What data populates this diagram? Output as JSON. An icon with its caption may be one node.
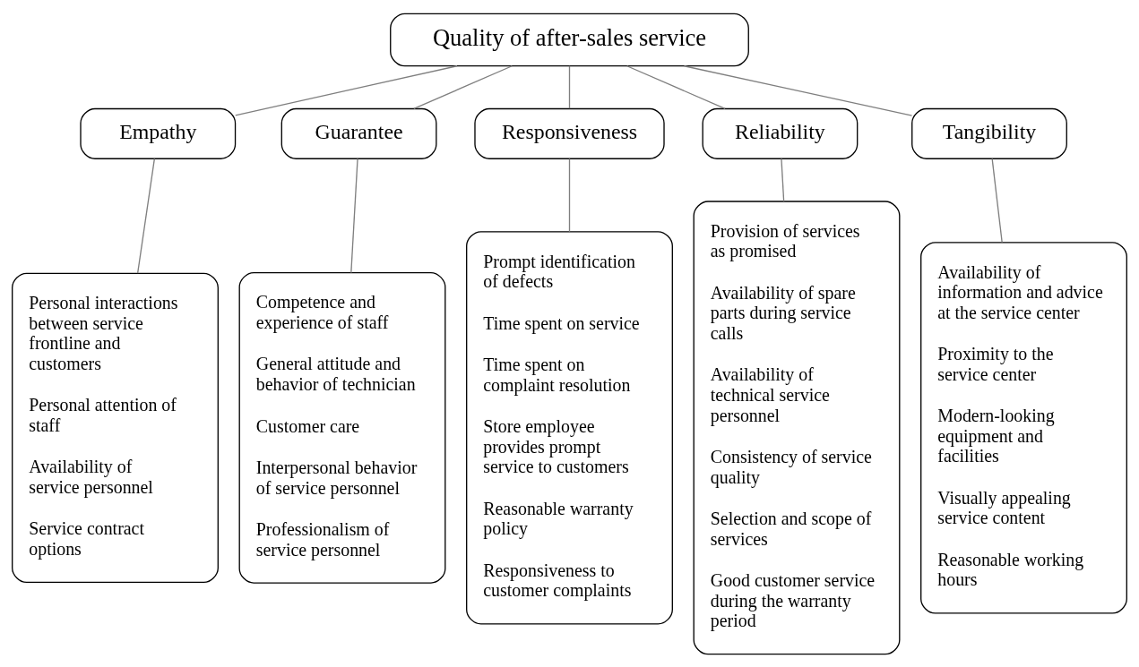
{
  "diagram": {
    "nodes": [
      {
        "text": [
          "Quality of after-sales service"
        ]
      },
      {
        "text": [
          "Empathy"
        ]
      },
      {
        "text": [
          "Guarantee"
        ]
      },
      {
        "text": [
          "Responsiveness"
        ]
      },
      {
        "text": [
          "Reliability"
        ]
      },
      {
        "text": [
          "Tangibility"
        ]
      },
      {
        "text": [
          "Personal interactions between service frontline and customers",
          "Personal attention of staff",
          "Availability of service personnel",
          "Service contract options"
        ]
      },
      {
        "text": [
          "Competence and experience of staff",
          "General attitude and behavior of technician",
          "Customer care",
          "Interpersonal behavior of service personnel",
          "Professionalism of service personnel"
        ]
      },
      {
        "text": [
          "Prompt identification of defects",
          "Time spent on service",
          "Time spent on complaint resolution",
          "Store employee provides prompt service to customers",
          "Reasonable warranty policy",
          "Responsiveness to customer complaints"
        ]
      },
      {
        "text": [
          "Provision of services as promised",
          "Availability of spare parts during service calls",
          "Availability of technical service personnel",
          "Consistency of service quality",
          "Selection and scope of services",
          "Good customer service during the warranty period"
        ]
      },
      {
        "text": [
          "Availability of information and advice at the service center",
          "Proximity to the service center",
          "Modern-looking equipment and facilities",
          "Visually appealing service content",
          "Reasonable working hours"
        ]
      }
    ],
    "edges": [
      {
        "from": 0,
        "to": 1,
        "arrow": "none"
      },
      {
        "from": 0,
        "to": 2,
        "arrow": "none"
      },
      {
        "from": 0,
        "to": 3,
        "arrow": "none"
      },
      {
        "from": 0,
        "to": 4,
        "arrow": "none"
      },
      {
        "from": 0,
        "to": 5,
        "arrow": "none"
      },
      {
        "from": 1,
        "to": 6,
        "arrow": "none"
      },
      {
        "from": 2,
        "to": 7,
        "arrow": "none"
      },
      {
        "from": 3,
        "to": 8,
        "arrow": "none"
      },
      {
        "from": 4,
        "to": 9,
        "arrow": "none"
      },
      {
        "from": 5,
        "to": 10,
        "arrow": "none"
      }
    ]
  }
}
